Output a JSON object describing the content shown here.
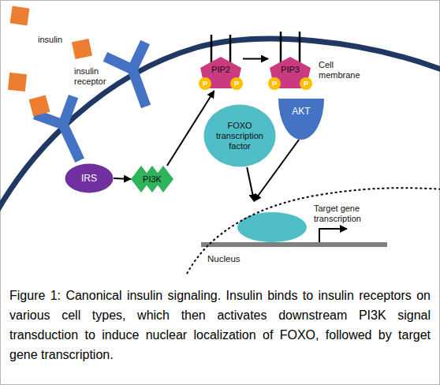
{
  "diagram": {
    "caption": "Figure 1: Canonical insulin signaling. Insulin binds to insulin receptors on various cell types, which then activates downstream PI3K signal transduction to induce nuclear localization of FOXO, followed by target gene transcription.",
    "nodes": [
      {
        "text": [
          "IRS"
        ]
      },
      {
        "text": [
          "PI3K"
        ]
      },
      {
        "text": [
          "PIP2"
        ]
      },
      {
        "text": [
          "P"
        ],
        "in": 2
      },
      {
        "text": [
          "P"
        ],
        "in": 2
      },
      {
        "text": [
          "PIP3"
        ]
      },
      {
        "text": [
          "P"
        ],
        "in": 5
      },
      {
        "text": [
          "P"
        ],
        "in": 5
      },
      {
        "text": [
          "AKT"
        ]
      },
      {
        "text": [
          "FOXO transcription factor"
        ]
      },
      {
        "text": [
          "Nucleus"
        ]
      }
    ],
    "edges": [
      {
        "from": 0,
        "to": 1,
        "arrow": "to"
      },
      {
        "from": 1,
        "to": 2,
        "arrow": "to"
      },
      {
        "from": 2,
        "to": 5,
        "arrow": "to"
      },
      {
        "from": 8,
        "to": 10,
        "arrow": "to"
      },
      {
        "from": 9,
        "to": 10,
        "arrow": "to"
      }
    ],
    "labels": [
      "insulin",
      "insulin receptor",
      "Cell membrane",
      "Target gene transcription"
    ]
  }
}
